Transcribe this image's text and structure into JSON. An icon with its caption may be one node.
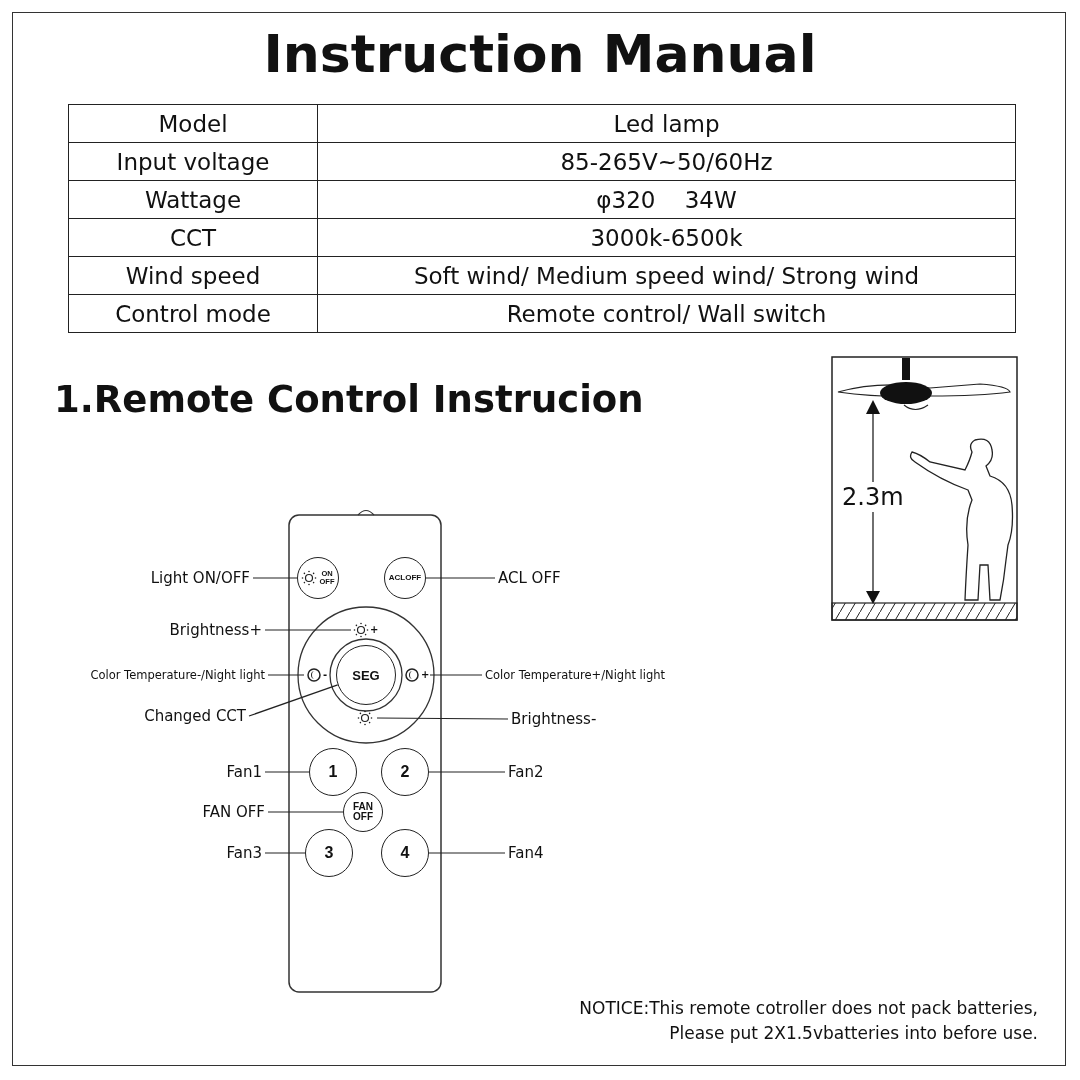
{
  "diagram": {
    "title": "Instruction Manual",
    "nodes": [
      {
        "text": [
          "Light ON/OFF"
        ]
      },
      {
        "text": [
          "ON OFF"
        ]
      },
      {
        "text": [
          "ACL OFF"
        ]
      },
      {
        "text": [
          "ACLOFF"
        ]
      },
      {
        "text": [
          "Brightness+"
        ]
      },
      {
        "text": [
          "+"
        ]
      },
      {
        "text": [
          "Color Temperature-/Night light"
        ]
      },
      {
        "text": [
          "-"
        ]
      },
      {
        "text": [
          "Color Temperature+/Night light"
        ]
      },
      {
        "text": [
          "+"
        ]
      },
      {
        "text": [
          "Changed CCT"
        ]
      },
      {
        "text": [
          "SEG"
        ]
      },
      {
        "text": [
          "Brightness-"
        ]
      },
      {
        "text": [],
        "shape": "picture"
      },
      {
        "text": [
          "Fan1"
        ]
      },
      {
        "text": [
          "1"
        ]
      },
      {
        "text": [
          "Fan2"
        ]
      },
      {
        "text": [
          "2"
        ]
      },
      {
        "text": [
          "FAN OFF"
        ]
      },
      {
        "text": [
          "FAN OFF"
        ]
      },
      {
        "text": [
          "Fan3"
        ]
      },
      {
        "text": [
          "3"
        ]
      },
      {
        "text": [
          "Fan4"
        ]
      },
      {
        "text": [
          "4"
        ]
      }
    ],
    "edges": [
      {
        "from": 0,
        "to": 1,
        "arrow": "none"
      },
      {
        "from": 2,
        "to": 3,
        "arrow": "none"
      },
      {
        "from": 4,
        "to": 5,
        "arrow": "none"
      },
      {
        "from": 6,
        "to": 7,
        "arrow": "none"
      },
      {
        "from": 8,
        "to": 9,
        "arrow": "none"
      },
      {
        "from": 10,
        "to": 11,
        "arrow": "none"
      },
      {
        "from": 12,
        "to": 13,
        "arrow": "none"
      },
      {
        "from": 14,
        "to": 15,
        "arrow": "none"
      },
      {
        "from": 16,
        "to": 17,
        "arrow": "none"
      },
      {
        "from": 18,
        "to": 19,
        "arrow": "none"
      },
      {
        "from": 20,
        "to": 21,
        "arrow": "none"
      },
      {
        "from": 22,
        "to": 23,
        "arrow": "none"
      }
    ],
    "labels": [
      "Model",
      "Led lamp",
      "Input voltage",
      "85-265V~50/60Hz",
      "Wattage",
      "φ320    34W",
      "CCT",
      "3000k-6500k",
      "Wind speed",
      "Soft wind/ Medium speed wind/ Strong wind",
      "Control mode",
      "Remote control/ Wall switch",
      "1.Remote Control Instrucion",
      "2.3m",
      "NOTICE:This remote cotroller does not pack batteries, Please put 2X1.5vbatteries into before use."
    ]
  }
}
